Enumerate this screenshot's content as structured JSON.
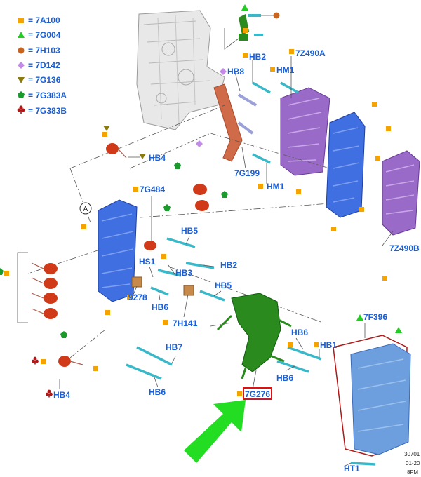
{
  "legend": [
    {
      "code": "= 7A100",
      "symbol": "square",
      "color": "#f5a300"
    },
    {
      "code": "= 7G004",
      "symbol": "triangle-up",
      "color": "#22cc22"
    },
    {
      "code": "= 7H103",
      "symbol": "circle",
      "color": "#c8641e"
    },
    {
      "code": "= 7D142",
      "symbol": "diamond",
      "color": "#c58ae8"
    },
    {
      "code": "= 7G136",
      "symbol": "triangle-down",
      "color": "#8a7a10"
    },
    {
      "code": "= 7G383A",
      "symbol": "pentagon",
      "color": "#1a9a2a"
    },
    {
      "code": "= 7G383B",
      "symbol": "club",
      "color": "#b01818"
    }
  ],
  "labels": {
    "hb2_top": "HB2",
    "z490a": "7Z490A",
    "hb8": "HB8",
    "hm1_top": "HM1",
    "g199": "7G199",
    "hm1_bottom": "HM1",
    "hb4_top": "HB4",
    "g484": "7G484",
    "circle_a": "A",
    "hb5_top": "HB5",
    "hs1": "HS1",
    "hb2_mid": "HB2",
    "hb3": "HB3",
    "p9278": "9278",
    "hb6_left": "HB6",
    "hb5_mid": "HB5",
    "h141": "7H141",
    "hb7": "HB7",
    "hb6_bottom": "HB6",
    "hb4_bottom": "HB4",
    "z490b": "7Z490B",
    "f396": "7F396",
    "hb6_right_top": "HB6",
    "hb1": "HB1",
    "hb6_right_bottom": "HB6",
    "g276": "7G276",
    "ht1": "HT1"
  },
  "footer": {
    "line1": "30701",
    "line2": "01-20",
    "line3": "8FM"
  },
  "colors": {
    "label_blue": "#1a5fd6",
    "highlight_red": "#e01010",
    "arrow_green": "#22dd22",
    "body_blue": "#3f6fe0",
    "plate_purple": "#9a6ac8",
    "harness_green": "#2a8a1e",
    "solenoid_red": "#d03a18",
    "pan_blue": "#6d9fde"
  }
}
